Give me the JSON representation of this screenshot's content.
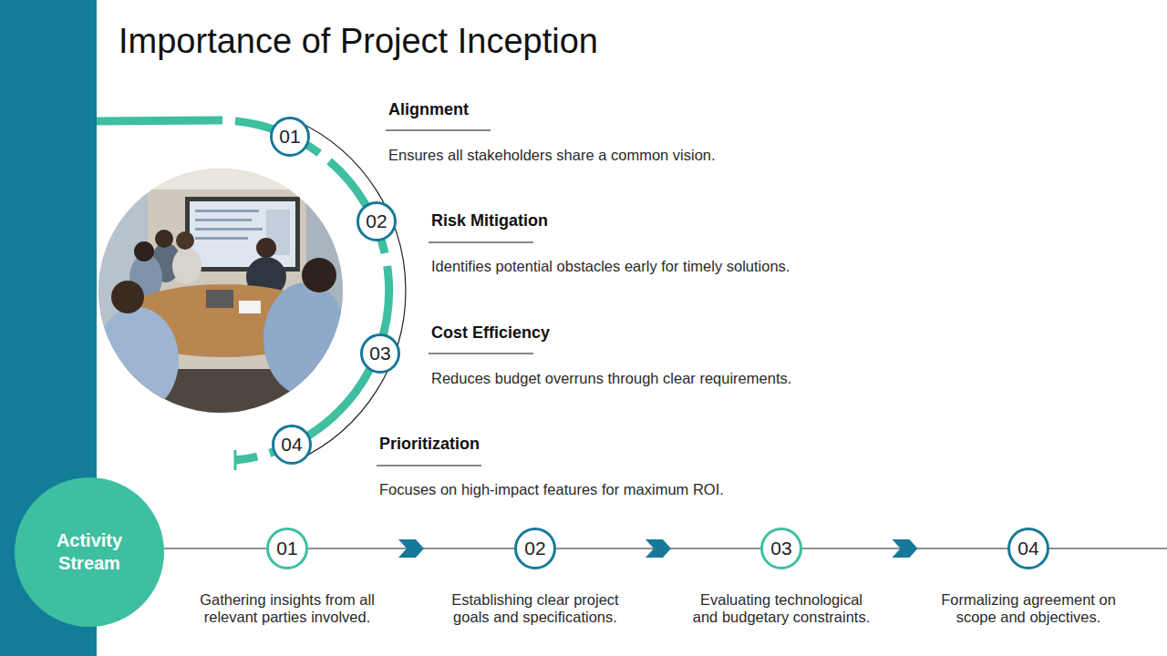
{
  "diagram": {
    "title": "Importance of Project Inception",
    "nodes": [
      {
        "text": [
          "01",
          "Alignment",
          "Ensures all stakeholders share a common vision."
        ]
      },
      {
        "text": [
          "02",
          "Risk Mitigation",
          "Identifies potential obstacles early for timely solutions."
        ]
      },
      {
        "text": [
          "03",
          "Cost Efficiency",
          "Reduces budget overruns through clear requirements."
        ]
      },
      {
        "text": [
          "04",
          "Prioritization",
          "Focuses on high-impact features for maximum ROI."
        ]
      },
      {
        "text": [
          "Activity Stream"
        ]
      },
      {
        "text": [
          "01",
          "Gathering insights from all relevant parties involved."
        ]
      },
      {
        "text": [
          "02",
          "Establishing clear project goals and specifications."
        ]
      },
      {
        "text": [
          "03",
          "Evaluating technological and budgetary constraints."
        ]
      },
      {
        "text": [
          "04",
          "Formalizing agreement on scope and objectives."
        ]
      }
    ],
    "edges": [
      {
        "from": 4,
        "to": 5,
        "arrow": "none"
      },
      {
        "from": 5,
        "to": 6,
        "arrow": "to"
      },
      {
        "from": 6,
        "to": 7,
        "arrow": "to"
      },
      {
        "from": 7,
        "to": 8,
        "arrow": "to"
      }
    ]
  }
}
